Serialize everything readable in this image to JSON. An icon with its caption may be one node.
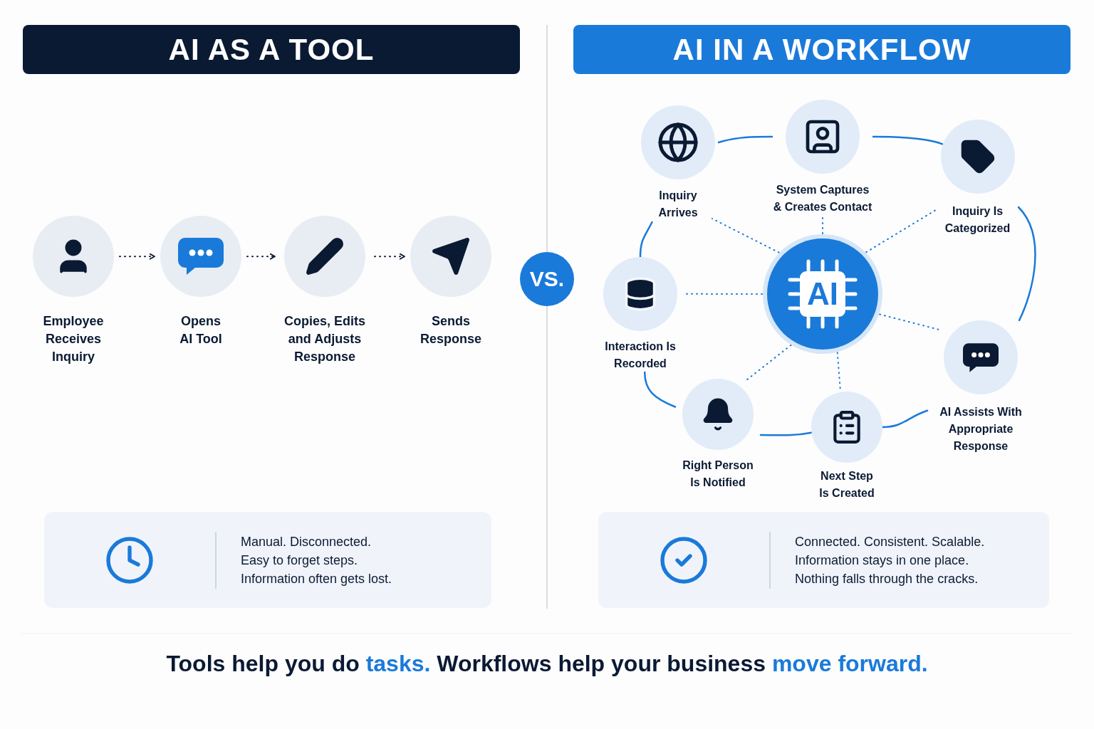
{
  "diagram": {
    "caption": "Tools help you do **tasks.** Workflows help your business **move forward.**",
    "nodes": [
      {
        "text": [
          "AI AS A TOOL"
        ]
      },
      {
        "text": [
          "AI IN A WORKFLOW"
        ]
      },
      {
        "text": [
          "Employee Receives Inquiry"
        ]
      },
      {
        "text": [
          "Opens AI Tool"
        ]
      },
      {
        "text": [
          "Copies, Edits and Adjusts Response"
        ]
      },
      {
        "text": [
          "Sends Response"
        ]
      },
      {
        "text": [
          "VS."
        ]
      },
      {
        "text": [
          "AI"
        ]
      },
      {
        "text": [
          "Inquiry Arrives"
        ]
      },
      {
        "text": [
          "System Captures & Creates Contact"
        ]
      },
      {
        "text": [
          "Inquiry Is Categorized"
        ]
      },
      {
        "text": [
          "AI Assists With Appropriate Response"
        ]
      },
      {
        "text": [
          "Next Step Is Created"
        ]
      },
      {
        "text": [
          "Right Person Is Notified"
        ]
      },
      {
        "text": [
          "Interaction Is Recorded"
        ]
      },
      {
        "text": [
          "Manual. Disconnected.",
          "Easy to forget steps.",
          "Information often gets lost."
        ]
      },
      {
        "text": [
          "Connected. Consistent. Scalable.",
          "Information stays in one place.",
          "Nothing falls through the cracks."
        ]
      }
    ],
    "edges": [
      {
        "from": 2,
        "to": 3,
        "arrow": "to",
        "style": "dashed",
        "color": "#0b1a33"
      },
      {
        "from": 3,
        "to": 4,
        "arrow": "to",
        "style": "dashed",
        "color": "#0b1a33"
      },
      {
        "from": 4,
        "to": 5,
        "arrow": "to",
        "style": "dashed",
        "color": "#0b1a33"
      },
      {
        "from": 8,
        "to": 9,
        "arrow": "none"
      },
      {
        "from": 9,
        "to": 10,
        "arrow": "none"
      },
      {
        "from": 10,
        "to": 11,
        "arrow": "none"
      },
      {
        "from": 11,
        "to": 12,
        "arrow": "none"
      },
      {
        "from": 12,
        "to": 13,
        "arrow": "none"
      },
      {
        "from": 13,
        "to": 14,
        "arrow": "none"
      },
      {
        "from": 14,
        "to": 8,
        "arrow": "none"
      },
      {
        "from": 7,
        "to": 8,
        "arrow": "none",
        "style": "dashed"
      },
      {
        "from": 7,
        "to": 9,
        "arrow": "none",
        "style": "dashed"
      },
      {
        "from": 7,
        "to": 10,
        "arrow": "none",
        "style": "dashed"
      },
      {
        "from": 7,
        "to": 11,
        "arrow": "none",
        "style": "dashed"
      },
      {
        "from": 7,
        "to": 12,
        "arrow": "none",
        "style": "dashed"
      },
      {
        "from": 7,
        "to": 13,
        "arrow": "none",
        "style": "dashed"
      },
      {
        "from": 7,
        "to": 14,
        "arrow": "none",
        "style": "dashed"
      }
    ]
  }
}
